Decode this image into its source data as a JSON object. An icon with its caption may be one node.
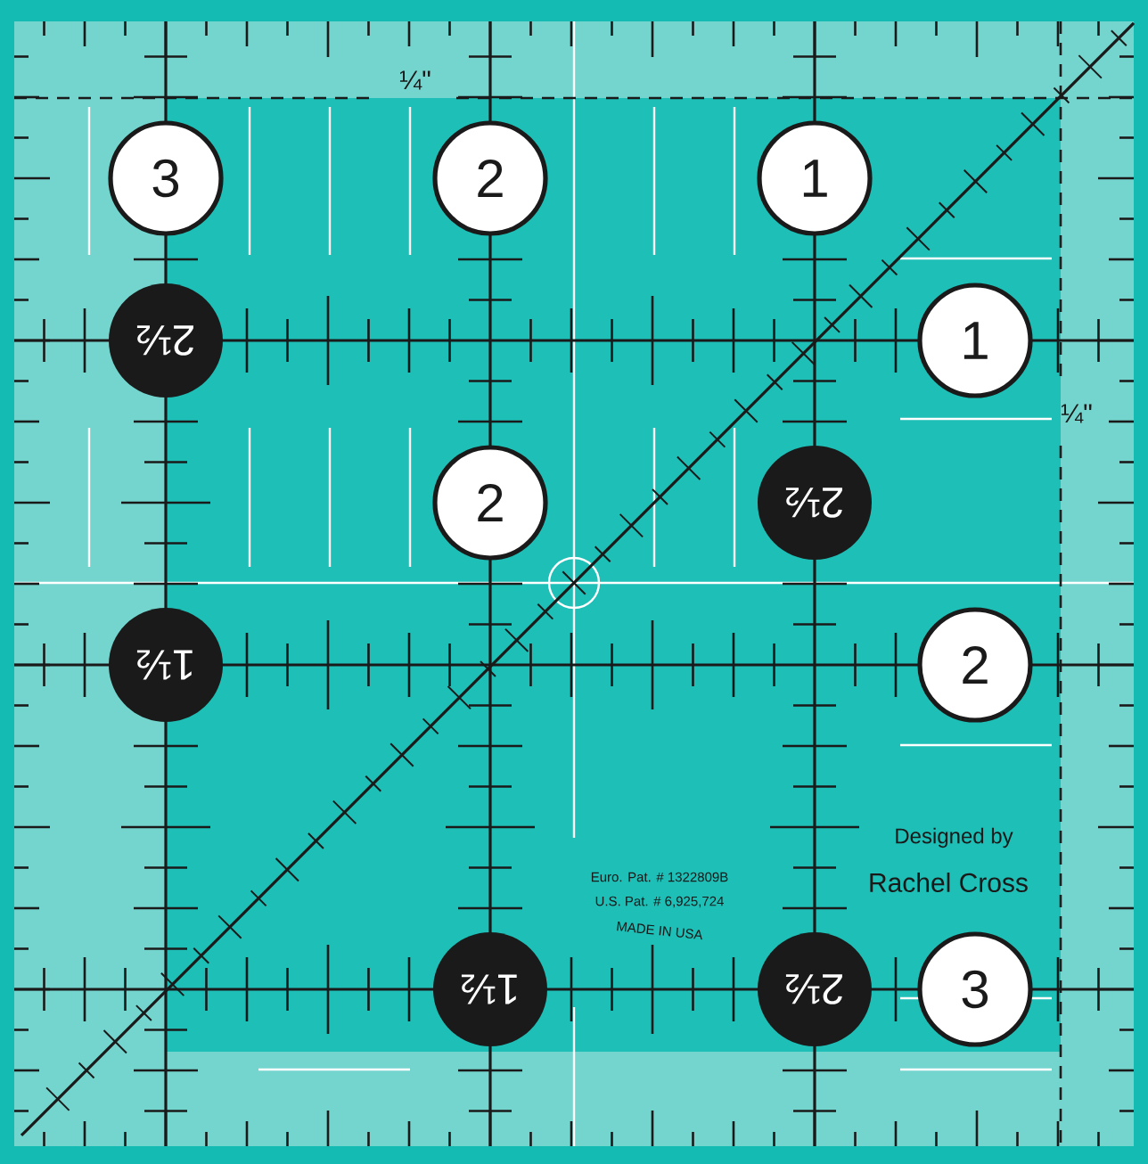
{
  "diagram": {
    "nodes": [
      {
        "text": [
          "3"
        ]
      },
      {
        "text": [
          "2"
        ]
      },
      {
        "text": [
          "1"
        ]
      },
      {
        "text": [
          "2½"
        ]
      },
      {
        "text": [
          "1"
        ]
      },
      {
        "text": [
          "2"
        ]
      },
      {
        "text": [
          "2½"
        ]
      },
      {
        "text": [
          "1½"
        ]
      },
      {
        "text": [
          "2"
        ]
      },
      {
        "text": [
          "1½"
        ]
      },
      {
        "text": [
          "2½"
        ]
      },
      {
        "text": [
          "3"
        ]
      }
    ],
    "labels": [
      "¼\"",
      "¼\"",
      "Designed by",
      "Rachel Cross",
      "Euro. Pat. # 1322809B",
      "U.S. Pat. # 6,925,724",
      "MADE IN USA"
    ]
  }
}
